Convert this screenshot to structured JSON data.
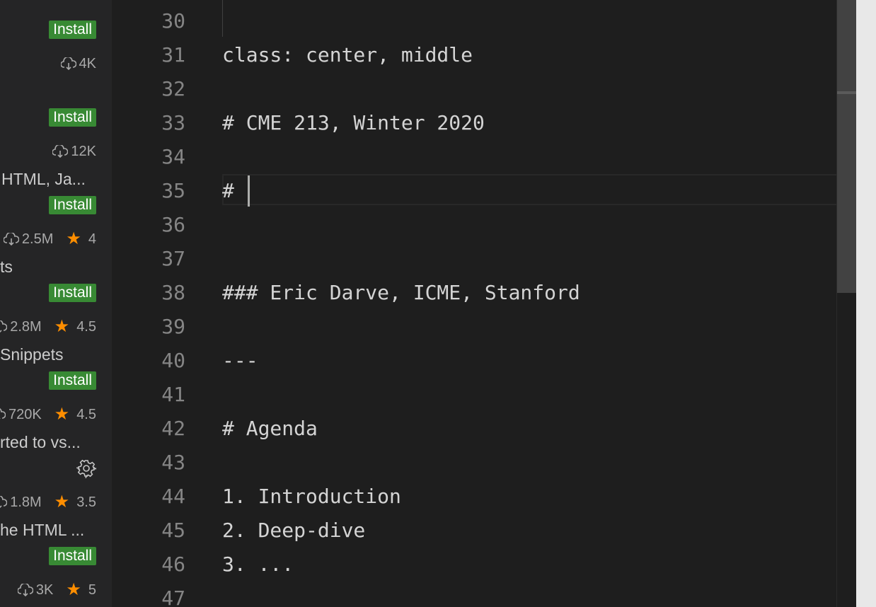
{
  "sidebar": {
    "items": [
      {
        "description": "",
        "install_label": "Install",
        "downloads": "4K",
        "rating": ""
      },
      {
        "description": "",
        "install_label": "Install",
        "downloads": "12K",
        "rating": ""
      },
      {
        "description": "HTML, Ja...",
        "install_label": "Install",
        "downloads": "2.5M",
        "rating": "4"
      },
      {
        "description": "ts",
        "install_label": "Install",
        "downloads": "2.8M",
        "rating": "4.5"
      },
      {
        "description": " Snippets",
        "install_label": "Install",
        "downloads": "720K",
        "rating": "4.5"
      },
      {
        "description": "rted to vs...",
        "install_label": "",
        "downloads": "1.8M",
        "rating": "3.5"
      },
      {
        "description": "he HTML ...",
        "install_label": "Install",
        "downloads": "3K",
        "rating": "5"
      }
    ]
  },
  "editor": {
    "lines": [
      {
        "number": "30",
        "text": ""
      },
      {
        "number": "31",
        "text": "class: center, middle"
      },
      {
        "number": "32",
        "text": ""
      },
      {
        "number": "33",
        "text": "# CME 213, Winter 2020"
      },
      {
        "number": "34",
        "text": ""
      },
      {
        "number": "35",
        "text": "# "
      },
      {
        "number": "36",
        "text": ""
      },
      {
        "number": "37",
        "text": ""
      },
      {
        "number": "38",
        "text": "### Eric Darve, ICME, Stanford"
      },
      {
        "number": "39",
        "text": ""
      },
      {
        "number": "40",
        "text": "---"
      },
      {
        "number": "41",
        "text": ""
      },
      {
        "number": "42",
        "text": "# Agenda"
      },
      {
        "number": "43",
        "text": ""
      },
      {
        "number": "44",
        "text": "1. Introduction"
      },
      {
        "number": "45",
        "text": "2. Deep-dive"
      },
      {
        "number": "46",
        "text": "3. ..."
      },
      {
        "number": "47",
        "text": ""
      }
    ]
  },
  "colors": {
    "install_button": "#388a34",
    "star": "#ff8e00",
    "editor_background": "#1e1e1e",
    "sidebar_background": "#252526",
    "line_number": "#858585",
    "code_text": "#d4d4d4"
  },
  "icons": {
    "downloads": "cloud-download-icon",
    "rating": "star-icon",
    "manage": "gear-icon"
  }
}
